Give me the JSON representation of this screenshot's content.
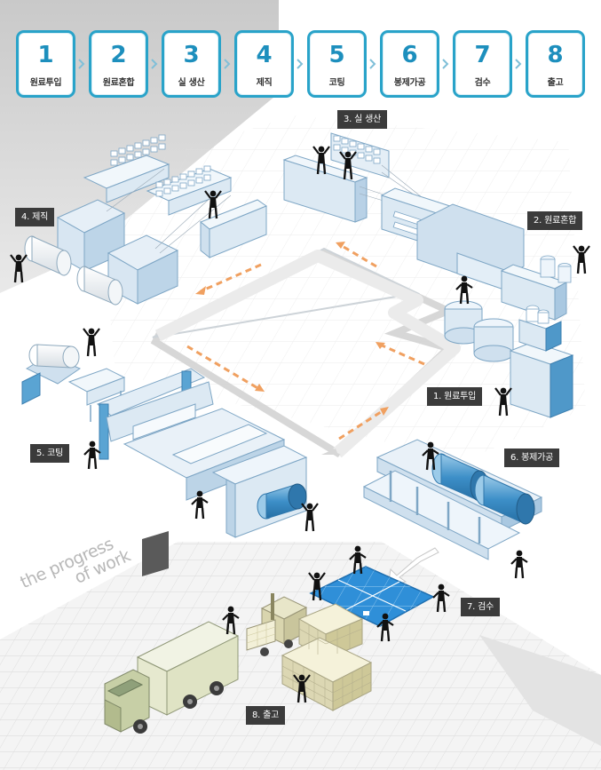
{
  "steps": [
    {
      "num": "1",
      "label": "원료투입"
    },
    {
      "num": "2",
      "label": "원료혼합"
    },
    {
      "num": "3",
      "label": "실 생산"
    },
    {
      "num": "4",
      "label": "제직"
    },
    {
      "num": "5",
      "label": "코팅"
    },
    {
      "num": "6",
      "label": "봉제가공"
    },
    {
      "num": "7",
      "label": "검수"
    },
    {
      "num": "8",
      "label": "출고"
    }
  ],
  "callouts": {
    "material_input": "1. 원료투입",
    "material_mixing": "2. 원료혼합",
    "yarn_production": "3. 실 생산",
    "weaving": "4. 제직",
    "coating": "5. 코팅",
    "sewing": "6. 봉제가공",
    "inspection": "7. 검수",
    "shipping": "8. 출고"
  },
  "watermark": {
    "line1": "the progress",
    "line2": "of work"
  },
  "colors": {
    "accent": "#29a3c9",
    "machine_light": "#dce9f3",
    "machine_blue": "#5aa4d3",
    "floor_grid": "#e6e6e6",
    "arrow_orange": "#f0a060",
    "inspection_mat": "#2f8fd8",
    "callout_bg": "#3b3b3b"
  }
}
